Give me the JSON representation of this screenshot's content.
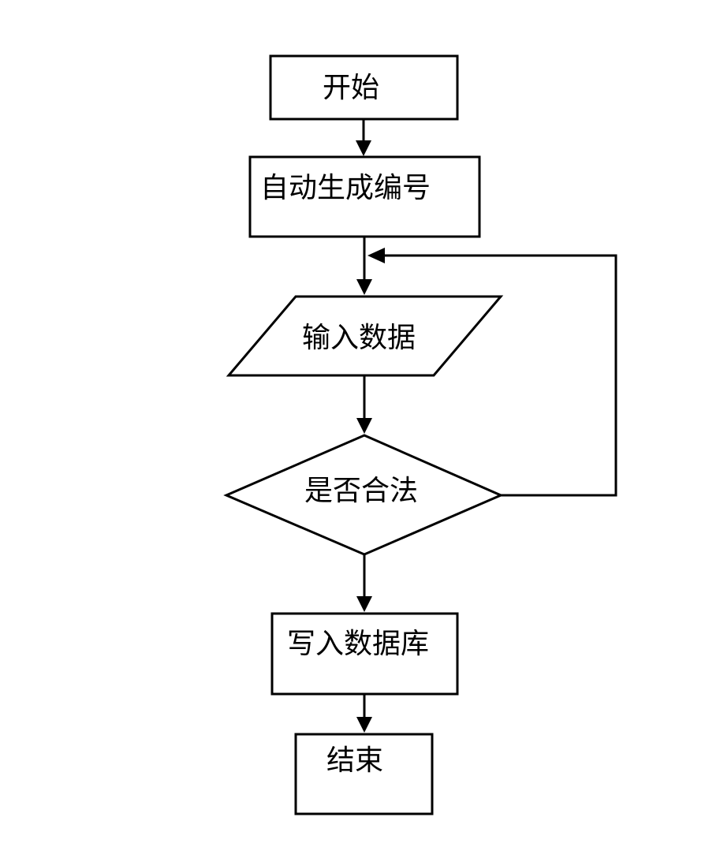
{
  "canvas": {
    "background_color": "#ffffff",
    "line_color": "#000000",
    "text_color": "#000000"
  },
  "flowchart": {
    "nodes": [
      {
        "id": "start",
        "shape": "rectangle",
        "label": "开始"
      },
      {
        "id": "auto-number",
        "shape": "rectangle",
        "label": "自动生成编号"
      },
      {
        "id": "input-data",
        "shape": "parallelogram",
        "label": "输入数据"
      },
      {
        "id": "validate",
        "shape": "diamond",
        "label": "是否合法"
      },
      {
        "id": "write-db",
        "shape": "rectangle",
        "label": "写入数据库"
      },
      {
        "id": "end",
        "shape": "rectangle",
        "label": "结束"
      }
    ],
    "edges": [
      {
        "from": "start",
        "to": "auto-number",
        "kind": "straight"
      },
      {
        "from": "auto-number",
        "to": "input-data",
        "kind": "straight"
      },
      {
        "from": "input-data",
        "to": "validate",
        "kind": "straight"
      },
      {
        "from": "validate",
        "to": "write-db",
        "kind": "straight"
      },
      {
        "from": "validate",
        "to": "input-data",
        "kind": "loop-back-right"
      },
      {
        "from": "write-db",
        "to": "end",
        "kind": "straight"
      }
    ]
  }
}
